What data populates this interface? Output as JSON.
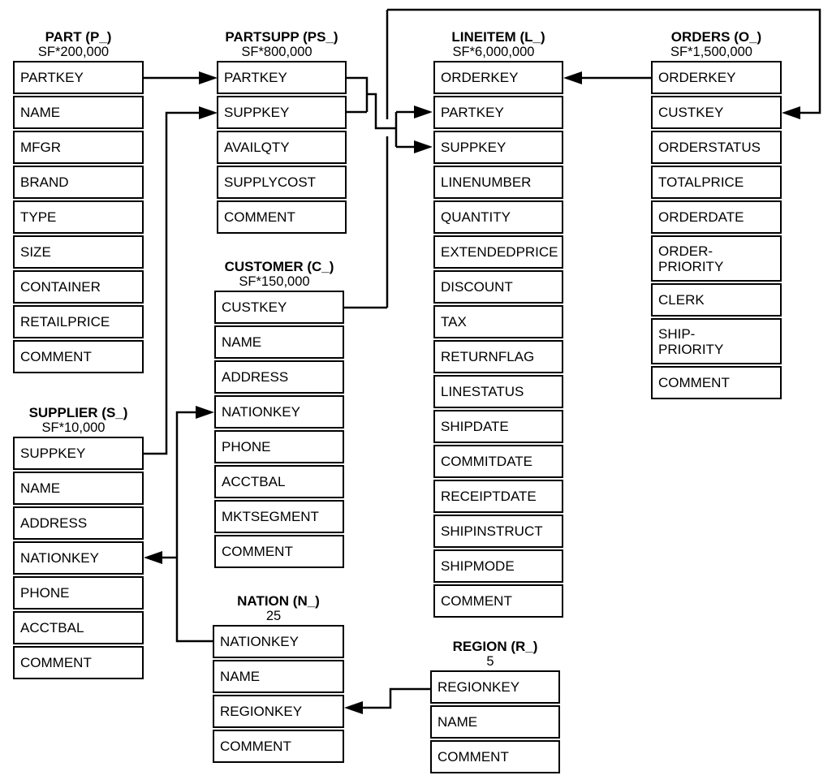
{
  "diagram_type": "database-schema",
  "colors": {
    "line": "#000000",
    "text": "#000000",
    "background": "#ffffff"
  },
  "tables": [
    {
      "id": "part",
      "title": "PART (P_)",
      "scale": "SF*200,000",
      "columns": [
        "PARTKEY",
        "NAME",
        "MFGR",
        "BRAND",
        "TYPE",
        "SIZE",
        "CONTAINER",
        "RETAILPRICE",
        "COMMENT"
      ]
    },
    {
      "id": "partsupp",
      "title": "PARTSUPP (PS_)",
      "scale": "SF*800,000",
      "columns": [
        "PARTKEY",
        "SUPPKEY",
        "AVAILQTY",
        "SUPPLYCOST",
        "COMMENT"
      ]
    },
    {
      "id": "lineitem",
      "title": "LINEITEM (L_)",
      "scale": "SF*6,000,000",
      "columns": [
        "ORDERKEY",
        "PARTKEY",
        "SUPPKEY",
        "LINENUMBER",
        "QUANTITY",
        "EXTENDEDPRICE",
        "DISCOUNT",
        "TAX",
        "RETURNFLAG",
        "LINESTATUS",
        "SHIPDATE",
        "COMMITDATE",
        "RECEIPTDATE",
        "SHIPINSTRUCT",
        "SHIPMODE",
        "COMMENT"
      ]
    },
    {
      "id": "orders",
      "title": "ORDERS (O_)",
      "scale": "SF*1,500,000",
      "columns": [
        "ORDERKEY",
        "CUSTKEY",
        "ORDERSTATUS",
        "TOTALPRICE",
        "ORDERDATE",
        "ORDER-\nPRIORITY",
        "CLERK",
        "SHIP-\nPRIORITY",
        "COMMENT"
      ]
    },
    {
      "id": "supplier",
      "title": "SUPPLIER (S_)",
      "scale": "SF*10,000",
      "columns": [
        "SUPPKEY",
        "NAME",
        "ADDRESS",
        "NATIONKEY",
        "PHONE",
        "ACCTBAL",
        "COMMENT"
      ]
    },
    {
      "id": "customer",
      "title": "CUSTOMER (C_)",
      "scale": "SF*150,000",
      "columns": [
        "CUSTKEY",
        "NAME",
        "ADDRESS",
        "NATIONKEY",
        "PHONE",
        "ACCTBAL",
        "MKTSEGMENT",
        "COMMENT"
      ]
    },
    {
      "id": "nation",
      "title": "NATION (N_)",
      "scale": "25",
      "columns": [
        "NATIONKEY",
        "NAME",
        "REGIONKEY",
        "COMMENT"
      ]
    },
    {
      "id": "region",
      "title": "REGION (R_)",
      "scale": "5",
      "columns": [
        "REGIONKEY",
        "NAME",
        "COMMENT"
      ]
    }
  ],
  "relationships": [
    {
      "from": "PART.PARTKEY",
      "to": "PARTSUPP.PARTKEY"
    },
    {
      "from": "SUPPLIER.SUPPKEY",
      "to": "PARTSUPP.SUPPKEY"
    },
    {
      "from": "PARTSUPP.PARTKEY",
      "to": "LINEITEM.PARTKEY"
    },
    {
      "from": "PARTSUPP.SUPPKEY",
      "to": "LINEITEM.SUPPKEY"
    },
    {
      "from": "ORDERS.ORDERKEY",
      "to": "LINEITEM.ORDERKEY"
    },
    {
      "from": "CUSTOMER.CUSTKEY",
      "to": "ORDERS.CUSTKEY"
    },
    {
      "from": "NATION.NATIONKEY",
      "to": "CUSTOMER.NATIONKEY"
    },
    {
      "from": "NATION.NATIONKEY",
      "to": "SUPPLIER.NATIONKEY"
    },
    {
      "from": "REGION.REGIONKEY",
      "to": "NATION.REGIONKEY"
    }
  ]
}
